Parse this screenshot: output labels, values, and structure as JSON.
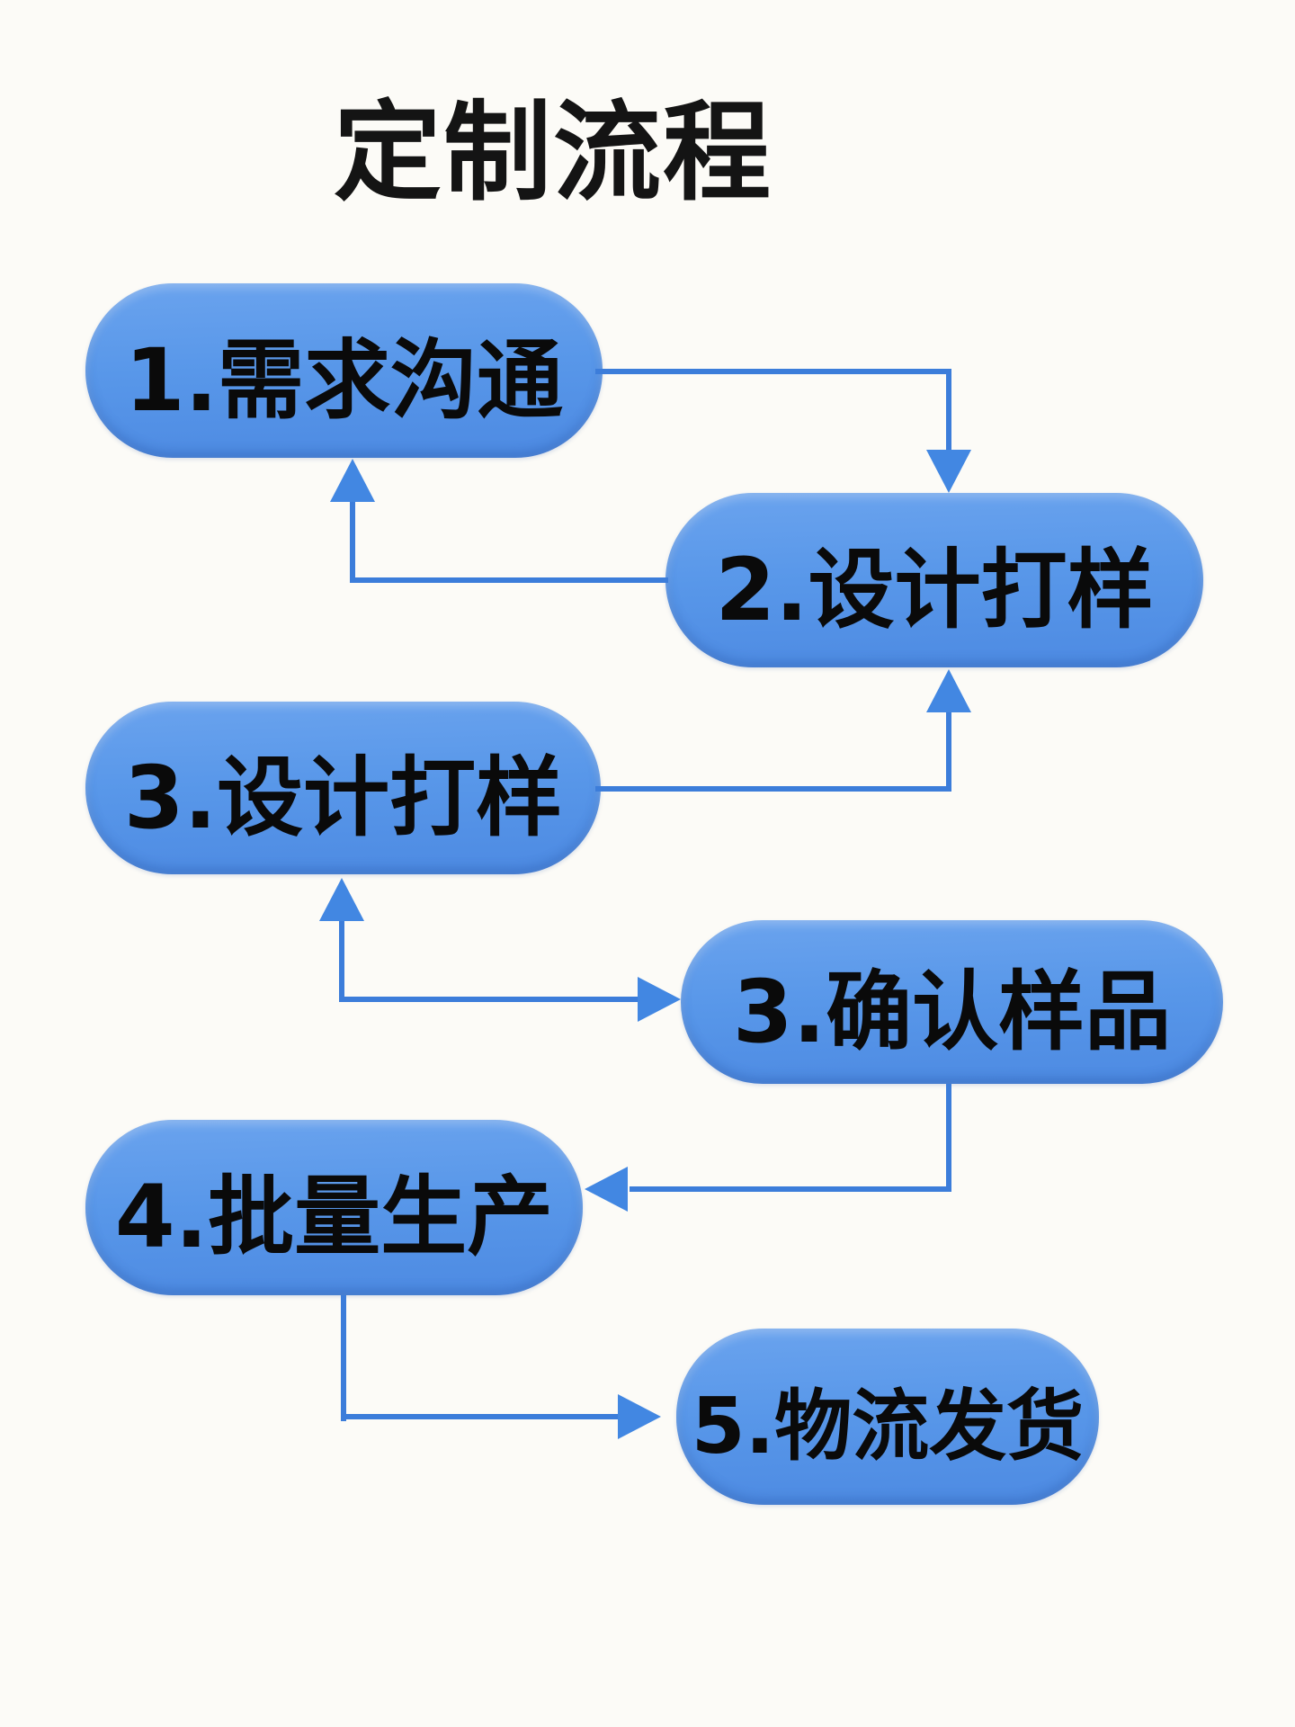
{
  "title": "定制流程",
  "colors": {
    "background": "#fcfbf7",
    "node_fill": "#5897e9",
    "arrow": "#3c7dda",
    "text": "#0a0a0a",
    "title_text": "#141414"
  },
  "flowchart": {
    "nodes": [
      {
        "id": "step-1",
        "label": "1.需求沟通"
      },
      {
        "id": "step-2",
        "label": "2.设计打样"
      },
      {
        "id": "step-3",
        "label": "3.设计打样"
      },
      {
        "id": "step-4",
        "label": "3.确认样品"
      },
      {
        "id": "step-5",
        "label": "4.批量生产"
      },
      {
        "id": "step-6",
        "label": "5.物流发货"
      }
    ],
    "edges": [
      {
        "from": "step-1",
        "to": "step-2",
        "direction": "right-then-down"
      },
      {
        "from": "step-2",
        "to": "step-1",
        "direction": "left-then-up"
      },
      {
        "from": "step-3",
        "to": "step-2",
        "direction": "right-then-up"
      },
      {
        "from": "step-4",
        "to": "step-3",
        "direction": "double-headed-corner"
      },
      {
        "from": "step-4",
        "to": "step-5",
        "direction": "down-then-left"
      },
      {
        "from": "step-5",
        "to": "step-6",
        "direction": "down-then-right"
      }
    ]
  }
}
